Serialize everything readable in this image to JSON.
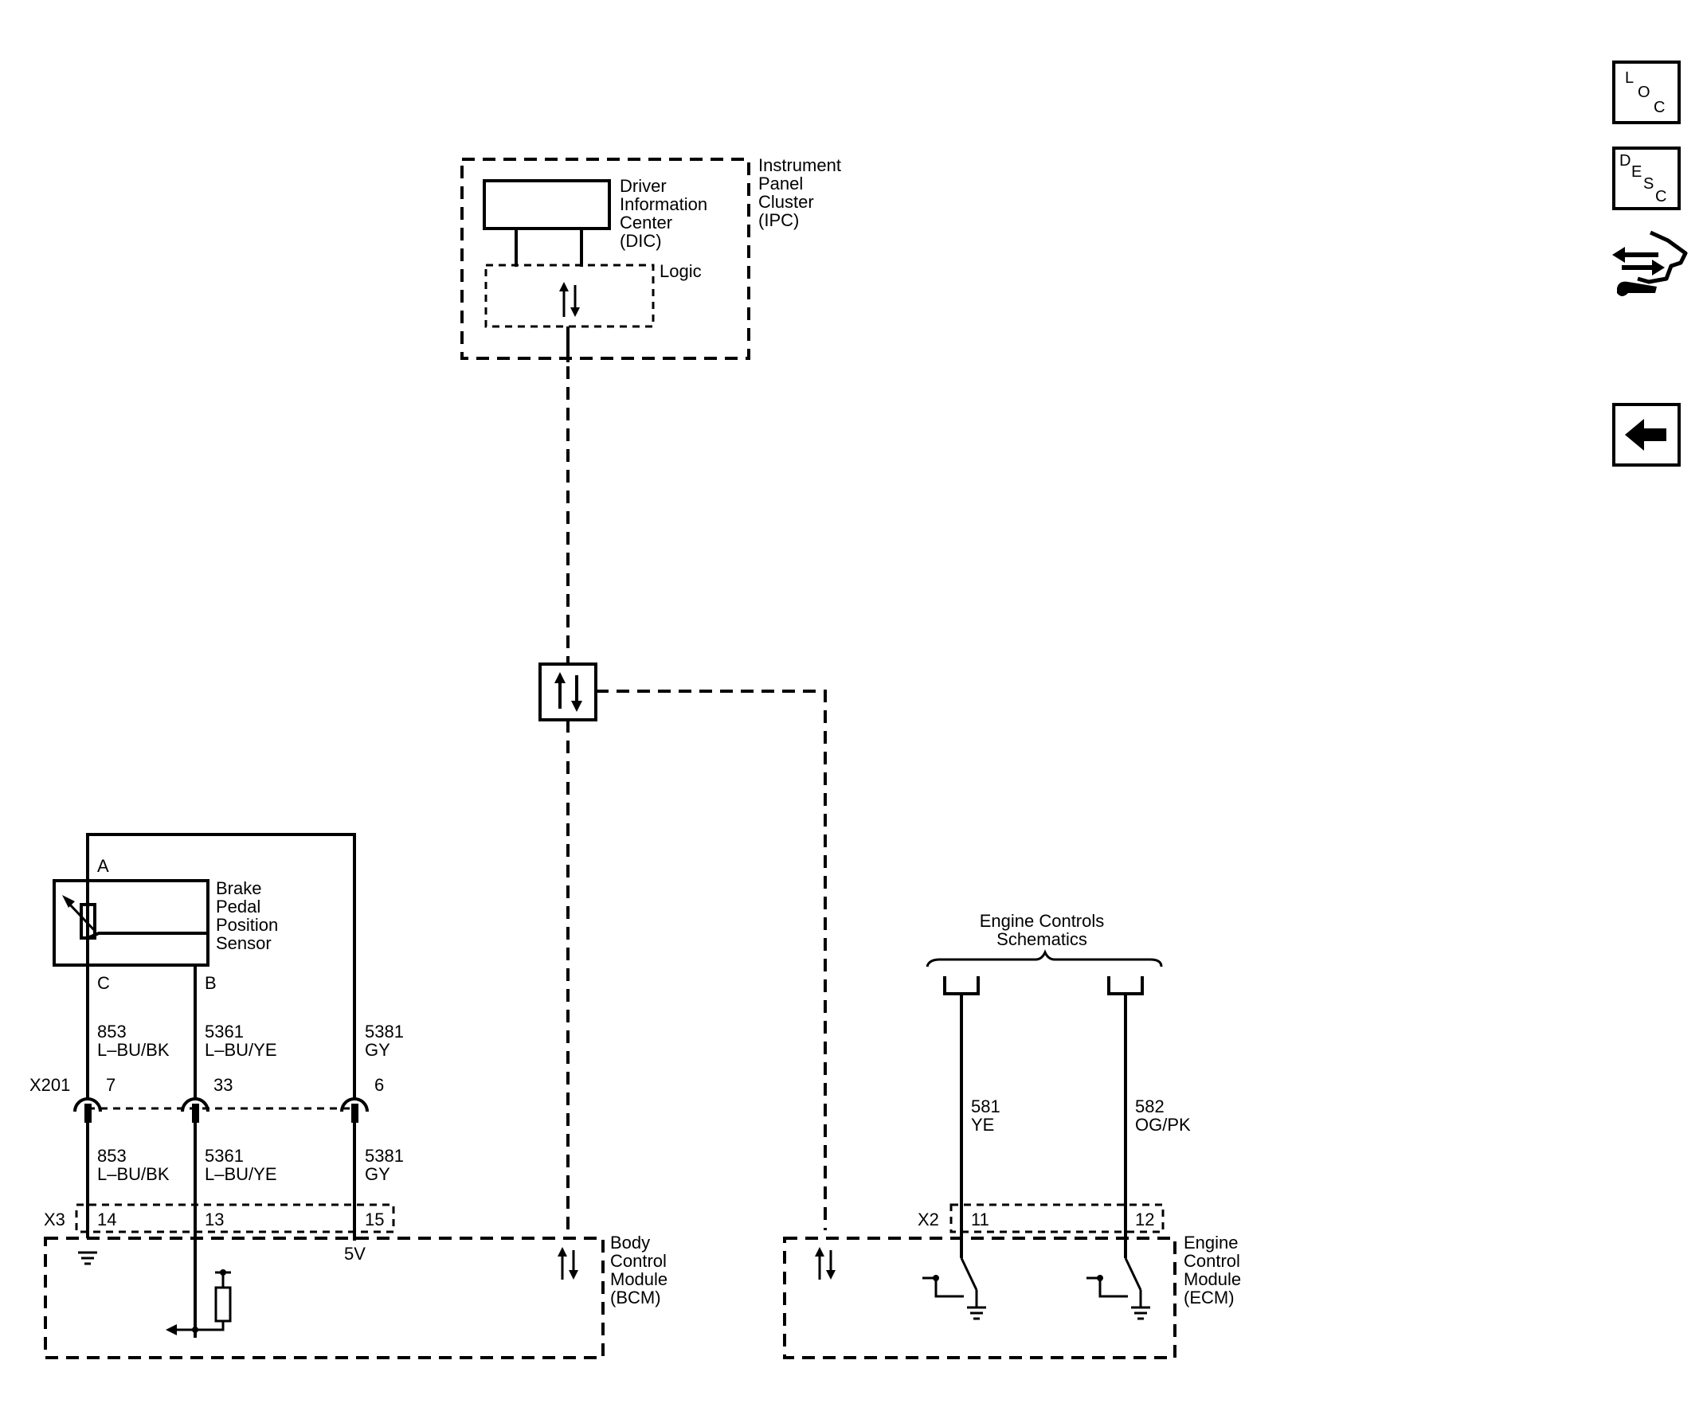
{
  "ipc": {
    "title_lines": [
      "Instrument",
      "Panel",
      "Cluster",
      "(IPC)"
    ],
    "dic_lines": [
      "Driver",
      "Information",
      "Center",
      "(DIC)"
    ],
    "logic": "Logic"
  },
  "bcm": {
    "title_lines": [
      "Body",
      "Control",
      "Module",
      "(BCM)"
    ],
    "connector": "X3",
    "pins": [
      "14",
      "13",
      "15"
    ],
    "voltage_label": "5V"
  },
  "ecm": {
    "title_lines": [
      "Engine",
      "Control",
      "Module",
      "(ECM)"
    ],
    "connector": "X2",
    "pins": [
      "11",
      "12"
    ]
  },
  "sensor": {
    "title_lines": [
      "Brake",
      "Pedal",
      "Position",
      "Sensor"
    ],
    "terminals": {
      "a": "A",
      "b": "B",
      "c": "C"
    }
  },
  "inline_connector": {
    "name": "X201",
    "pins": [
      "7",
      "33",
      "6"
    ]
  },
  "wires": {
    "sensor_side": [
      {
        "circuit": "853",
        "color": "L–BU/BK"
      },
      {
        "circuit": "5361",
        "color": "L–BU/YE"
      },
      {
        "circuit": "5381",
        "color": "GY"
      }
    ],
    "bcm_side": [
      {
        "circuit": "853",
        "color": "L–BU/BK"
      },
      {
        "circuit": "5361",
        "color": "L–BU/YE"
      },
      {
        "circuit": "5381",
        "color": "GY"
      }
    ],
    "ecm_side": [
      {
        "circuit": "581",
        "color": "YE"
      },
      {
        "circuit": "582",
        "color": "OG/PK"
      }
    ]
  },
  "engine_controls_lines": [
    "Engine Controls",
    "Schematics"
  ],
  "nav": {
    "loc": {
      "l1": "L",
      "l2": "O",
      "l3": "C"
    },
    "desc": {
      "l1": "D",
      "l2": "E",
      "l3": "S",
      "l4": "C"
    }
  }
}
